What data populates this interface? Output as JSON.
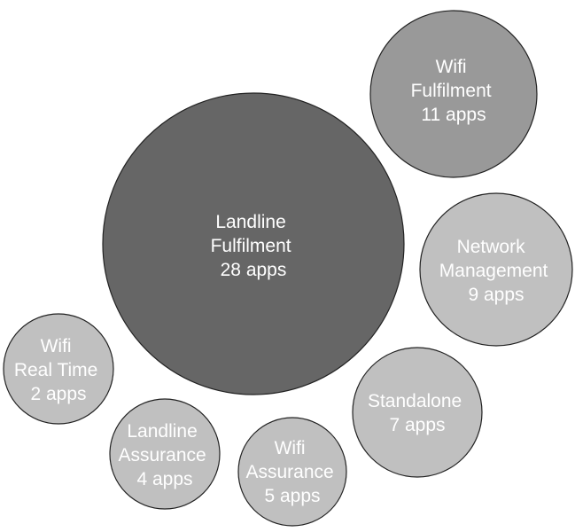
{
  "colors": {
    "background": "#ffffff",
    "outline": "#222222",
    "label": "#ffffff",
    "dark": "#666666",
    "medium": "#999999",
    "light": "#c0c0c0"
  },
  "bubbles": [
    {
      "id": "landline-fulfilment",
      "lines": [
        "Landline",
        "Fulfilment",
        "28 apps"
      ],
      "apps": 28,
      "fill": "#666666"
    },
    {
      "id": "wifi-fulfilment",
      "lines": [
        "Wifi",
        "Fulfilment",
        "11 apps"
      ],
      "apps": 11,
      "fill": "#999999"
    },
    {
      "id": "network-management",
      "lines": [
        "Network",
        "Management",
        "9 apps"
      ],
      "apps": 9,
      "fill": "#c0c0c0"
    },
    {
      "id": "standalone",
      "lines": [
        "Standalone",
        "7 apps"
      ],
      "apps": 7,
      "fill": "#c0c0c0"
    },
    {
      "id": "wifi-assurance",
      "lines": [
        "Wifi",
        "Assurance",
        "5 apps"
      ],
      "apps": 5,
      "fill": "#c0c0c0"
    },
    {
      "id": "landline-assurance",
      "lines": [
        "Landline",
        "Assurance",
        "4 apps"
      ],
      "apps": 4,
      "fill": "#c0c0c0"
    },
    {
      "id": "wifi-real-time",
      "lines": [
        "Wifi",
        "Real Time",
        "2 apps"
      ],
      "apps": 2,
      "fill": "#c0c0c0"
    }
  ]
}
